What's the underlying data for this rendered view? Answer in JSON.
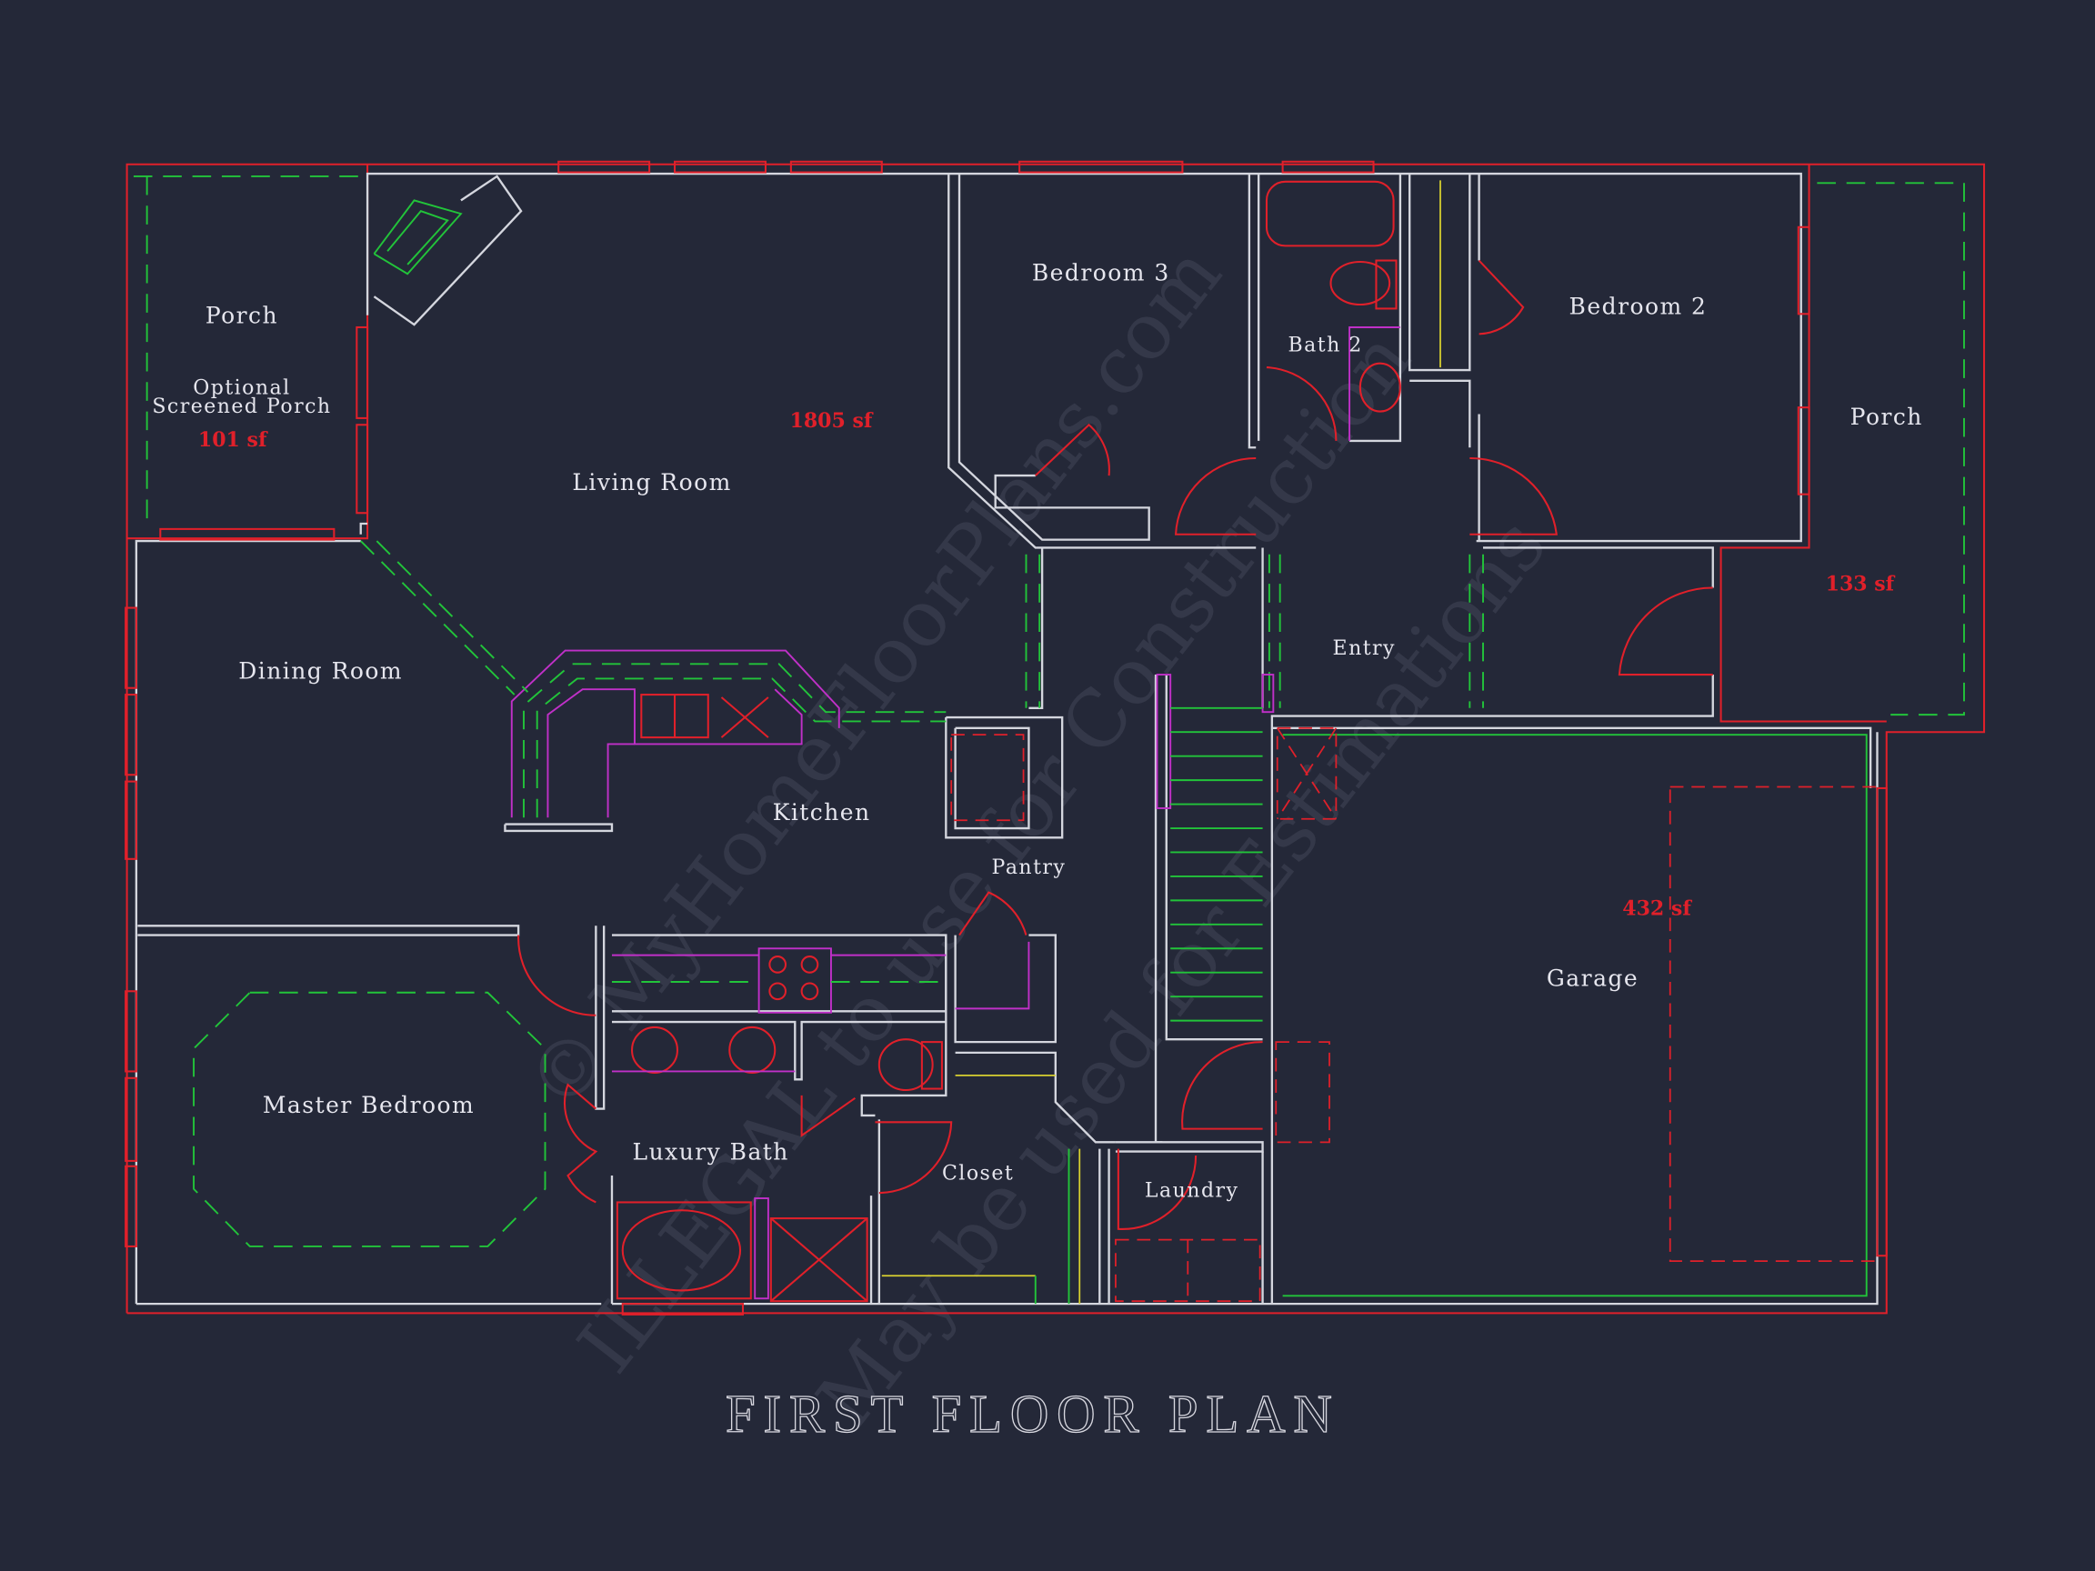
{
  "title": "FIRST FLOOR PLAN",
  "rooms": {
    "porch_left": "Porch",
    "porch_left_note_1": "Optional",
    "porch_left_note_2": "Screened Porch",
    "living_room": "Living Room",
    "bedroom_3": "Bedroom 3",
    "bath_2": "Bath 2",
    "bedroom_2": "Bedroom 2",
    "porch_right": "Porch",
    "entry": "Entry",
    "dining_room": "Dining Room",
    "kitchen": "Kitchen",
    "pantry": "Pantry",
    "garage": "Garage",
    "master_bedroom": "Master Bedroom",
    "luxury_bath": "Luxury Bath",
    "closet": "Closet",
    "laundry": "Laundry"
  },
  "areas": {
    "porch_left": "101 sf",
    "living": "1805 sf",
    "porch_right": "133 sf",
    "garage": "432 sf"
  },
  "watermark": [
    "© MyHomeFloorPlans.com",
    "ILLEGAL to use for Construction",
    "May be used for Estimations"
  ],
  "colors": {
    "background": "#242838",
    "walls": "#d4d6de",
    "windows_fixtures": "#e0202a",
    "dashed_overhead": "#22c43a",
    "counters": "#c030c8"
  }
}
